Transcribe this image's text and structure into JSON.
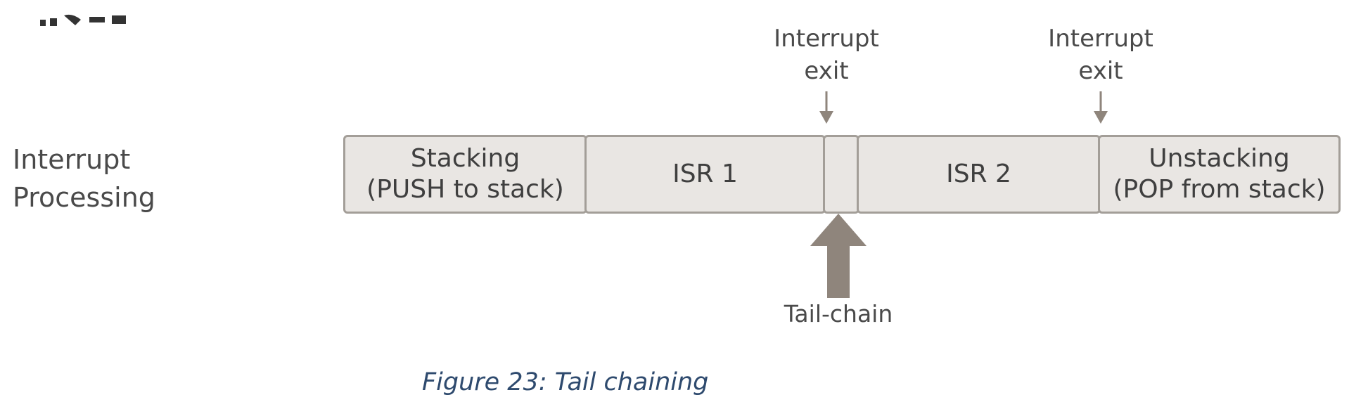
{
  "row_label": {
    "line1": "Interrupt",
    "line2": "Processing"
  },
  "exit_labels": [
    {
      "line1": "Interrupt",
      "line2": "exit"
    },
    {
      "line1": "Interrupt",
      "line2": "exit"
    }
  ],
  "segments": [
    {
      "line1": "Stacking",
      "line2": "(PUSH to stack)"
    },
    {
      "line1": "ISR 1",
      "line2": ""
    },
    {
      "line1": "",
      "line2": ""
    },
    {
      "line1": "ISR 2",
      "line2": ""
    },
    {
      "line1": "Unstacking",
      "line2": "(POP from stack)"
    }
  ],
  "tail_chain_label": "Tail-chain",
  "caption": "Figure 23: Tail chaining",
  "colors": {
    "box_fill": "#e9e6e3",
    "box_border": "#a39e98",
    "arrow": "#8f857c",
    "caption": "#2e4a6e"
  }
}
